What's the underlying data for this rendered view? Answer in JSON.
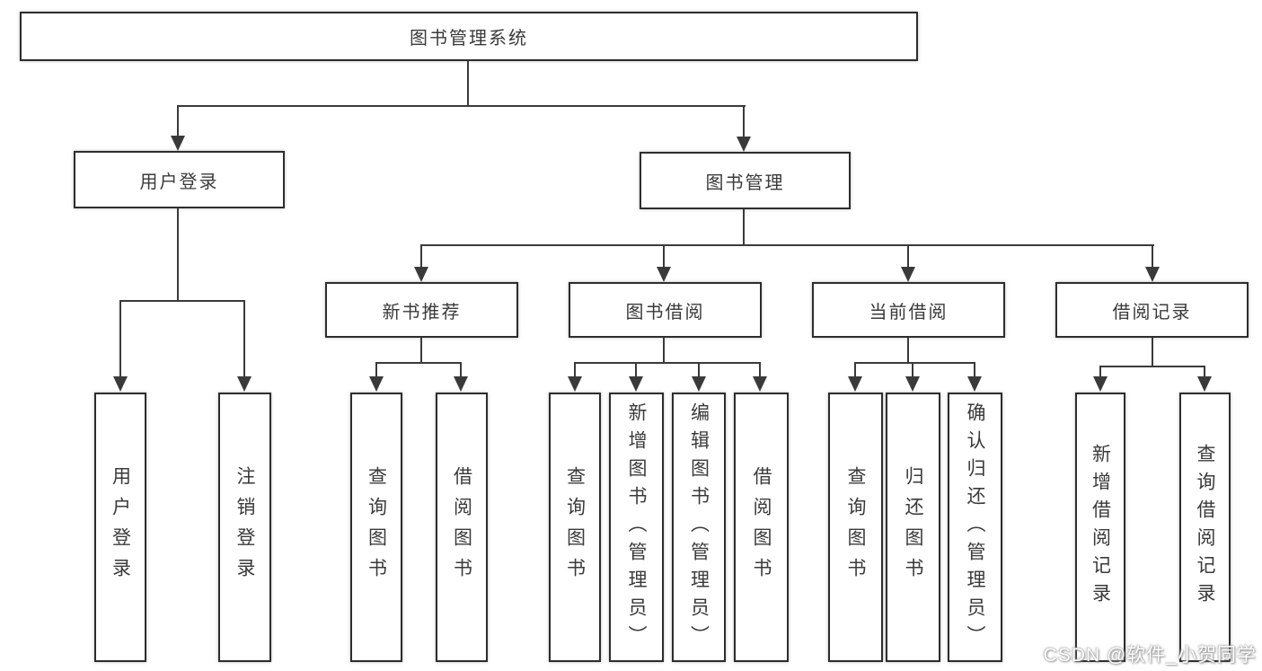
{
  "tree": {
    "root": {
      "label": "图书管理系统",
      "children": [
        {
          "label": "用户登录",
          "children": [
            {
              "label": "用户登录"
            },
            {
              "label": "注销登录"
            }
          ]
        },
        {
          "label": "图书管理",
          "children": [
            {
              "label": "新书推荐",
              "children": [
                {
                  "label": "查询图书"
                },
                {
                  "label": "借阅图书"
                }
              ]
            },
            {
              "label": "图书借阅",
              "children": [
                {
                  "label": "查询图书"
                },
                {
                  "label": "新增图书（管理员）"
                },
                {
                  "label": "编辑图书（管理员）"
                },
                {
                  "label": "借阅图书"
                }
              ]
            },
            {
              "label": "当前借阅",
              "children": [
                {
                  "label": "查询图书"
                },
                {
                  "label": "归还图书"
                },
                {
                  "label": "确认归还（管理员）"
                }
              ]
            },
            {
              "label": "借阅记录",
              "children": [
                {
                  "label": "新增借阅记录"
                },
                {
                  "label": "查询借阅记录"
                }
              ]
            }
          ]
        }
      ]
    }
  },
  "watermark": {
    "text": "CSDN @软件_小贺同学"
  },
  "colors": {
    "background": "#ffffff",
    "box_border": "#2d2d2d",
    "line": "#3a3a3a",
    "text": "#3a3a3a",
    "watermark_text": "#ffffff"
  }
}
